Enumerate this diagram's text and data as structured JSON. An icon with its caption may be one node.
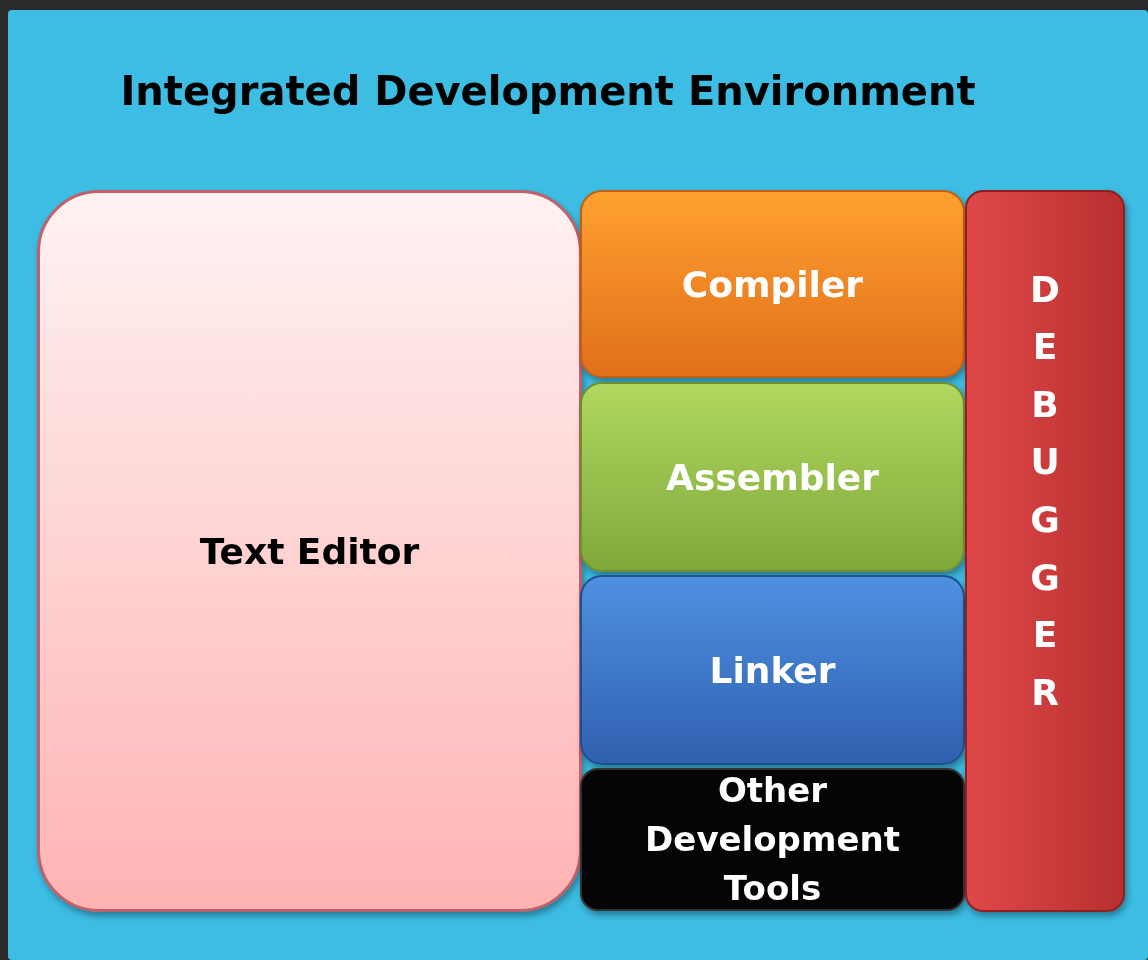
{
  "diagram": {
    "nodes": [
      {
        "text": [
          "Integrated Development Environment"
        ]
      },
      {
        "text": [
          "Text Editor"
        ],
        "in": 0
      },
      {
        "text": [
          "Compiler"
        ],
        "in": 0
      },
      {
        "text": [
          "Assembler"
        ],
        "in": 0
      },
      {
        "text": [
          "Linker"
        ],
        "in": 0
      },
      {
        "text": [
          "Other Development Tools"
        ],
        "in": 0
      },
      {
        "text": [
          "DEBUGGER"
        ],
        "in": 0
      }
    ]
  }
}
